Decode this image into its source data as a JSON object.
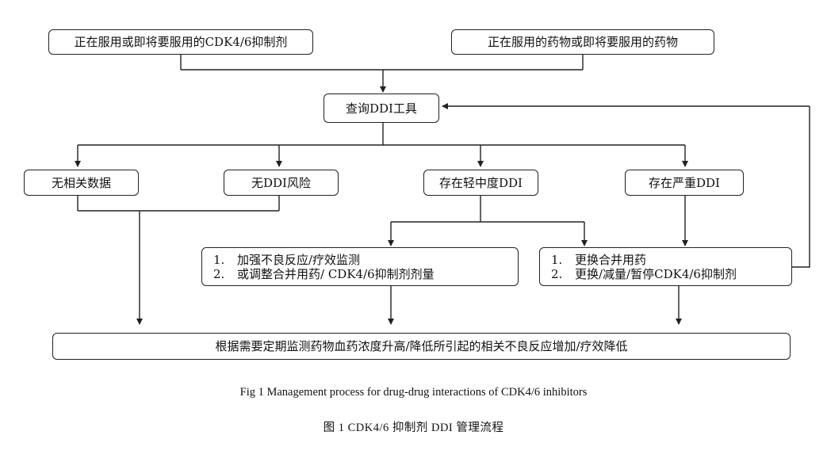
{
  "diagram": {
    "node_current_cdk": "正在服用或即将要服用的CDK4/6抑制剂",
    "node_current_drugs": "正在服用的药物或即将要服用的药物",
    "node_query_tool": "查询DDI工具",
    "node_no_data": "无相关数据",
    "node_no_risk": "无DDI风险",
    "node_mild_moderate": "存在轻中度DDI",
    "node_severe": "存在严重DDI",
    "mild_actions": [
      {
        "num": "1.",
        "text": "加强不良反应/疗效监测"
      },
      {
        "num": "2.",
        "text": "或调整合并用药/ CDK4/6抑制剂剂量"
      }
    ],
    "severe_actions": [
      {
        "num": "1.",
        "text": "更换合并用药"
      },
      {
        "num": "2.",
        "text": "更换/减量/暂停CDK4/6抑制剂"
      }
    ],
    "node_monitoring": "根据需要定期监测药物血药浓度升高/降低所引起的相关不良反应增加/疗效降低"
  },
  "caption": {
    "english": "Fig 1   Management process for drug-drug interactions of CDK4/6 inhibitors",
    "chinese": "图  1    CDK4/6 抑制剂 DDI 管理流程"
  }
}
